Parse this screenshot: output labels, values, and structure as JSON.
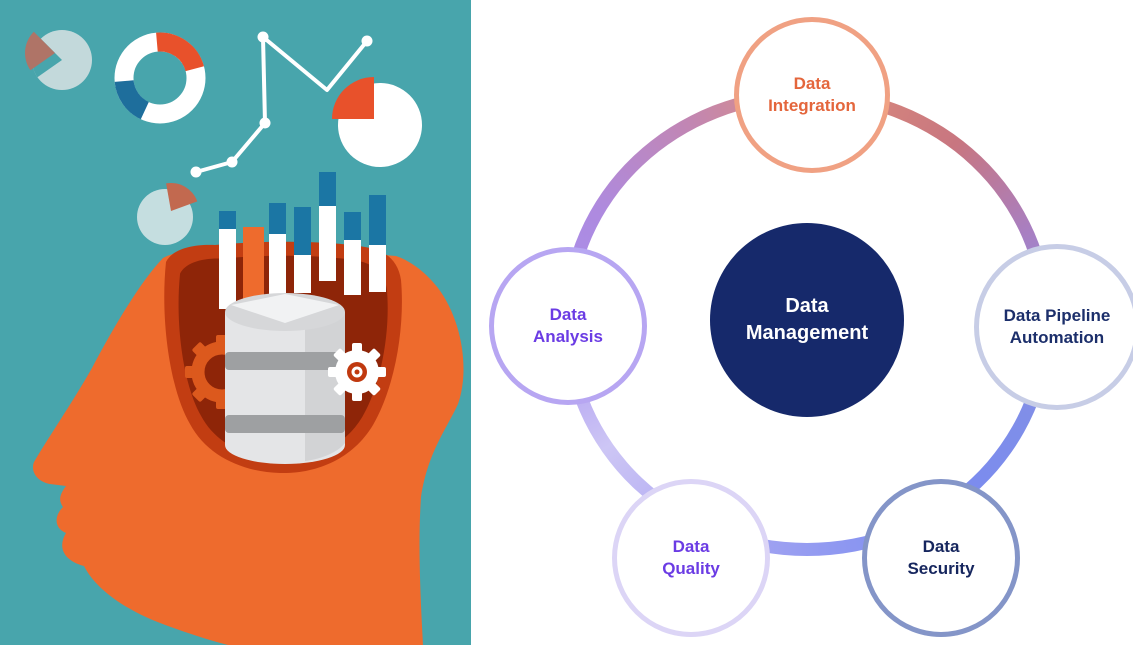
{
  "diagram": {
    "center": {
      "id": "data-management",
      "line1": "Data",
      "line2": "Management"
    },
    "nodes": [
      {
        "id": "data-integration",
        "line1": "Data",
        "line2": "Integration"
      },
      {
        "id": "data-pipeline-automation",
        "line1": "Data Pipeline",
        "line2": "Automation"
      },
      {
        "id": "data-security",
        "line1": "Data",
        "line2": "Security"
      },
      {
        "id": "data-quality",
        "line1": "Data",
        "line2": "Quality"
      },
      {
        "id": "data-analysis",
        "line1": "Data",
        "line2": "Analysis"
      }
    ],
    "colors": {
      "center_fill": "#16296B",
      "center_text": "#FFFFFF",
      "integration_border": "#F0A183",
      "integration_text": "#E4663C",
      "pipeline_border": "#C7CDE6",
      "pipeline_text": "#1C2F6B",
      "security_border": "#8495C8",
      "security_text": "#16265E",
      "quality_border": "#DCD5F6",
      "quality_text": "#6B3CE4",
      "analysis_border": "#B7A6F2",
      "analysis_text": "#6B3CE4",
      "ring_gradient": [
        "#DD8F7B",
        "#C87680",
        "#A87FC2",
        "#9092DE",
        "#7F8EE9",
        "#7A8BF1",
        "#959CF1",
        "#AFA9F2",
        "#CDC6F5",
        "#B5A5F1",
        "#A78FED",
        "#AE8ADF",
        "#C286B2"
      ]
    }
  },
  "illustration": {
    "icons": [
      "pie-chart-icon",
      "donut-chart-icon",
      "line-chart-icon",
      "bar-chart-icon",
      "head-silhouette",
      "database-icon",
      "gear-icon"
    ],
    "colors": {
      "background": "#48A5AC",
      "head": "#EE6B2D",
      "cavity_outer": "#C23D12",
      "cavity_inner": "#8E2508",
      "bar_blue": "#1B76A4",
      "bar_white": "#FFFFFF",
      "bar_orange": "#EE6B2D",
      "pie_body": "#C3D9DB",
      "pie_slice_brown": "#AF7467",
      "donut_white": "#FFFFFF",
      "donut_orange": "#E8512B",
      "donut_blue": "#1E6E9C",
      "database_body": "#E4E5E7",
      "database_band": "#9EA0A2",
      "gear_orange": "#DC591D",
      "gear_red": "#C0390F"
    }
  }
}
